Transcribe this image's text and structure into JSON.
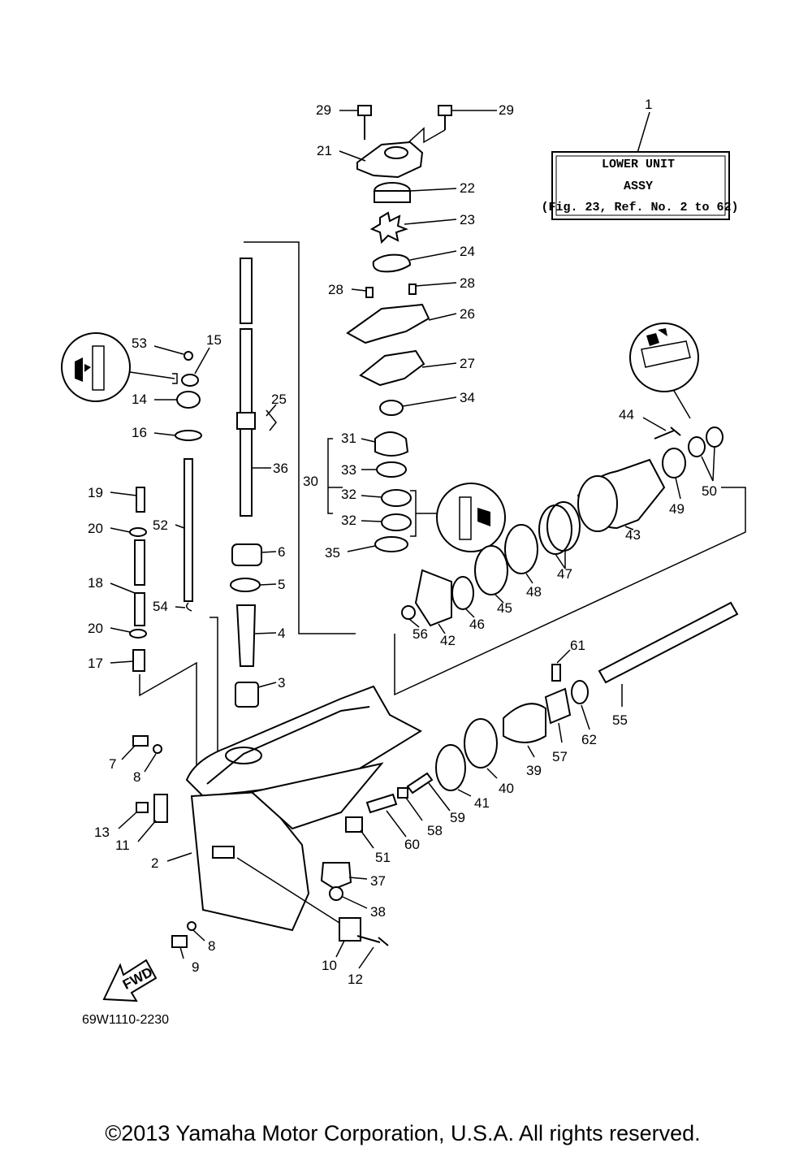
{
  "assy_box": {
    "ref": "1",
    "line1": "LOWER UNIT",
    "line2": "ASSY",
    "line3": "(Fig. 23, Ref. No. 2 to 62)"
  },
  "fwd_label": "FWD",
  "diagram_code": "69W1110-2230",
  "copyright": "©2013 Yamaha Motor Corporation, U.S.A. All rights reserved.",
  "callouts": [
    "29",
    "29",
    "21",
    "22",
    "23",
    "24",
    "28",
    "28",
    "26",
    "27",
    "34",
    "31",
    "33",
    "30",
    "32",
    "32",
    "35",
    "53",
    "15",
    "14",
    "25",
    "16",
    "36",
    "19",
    "20",
    "52",
    "18",
    "54",
    "20",
    "17",
    "6",
    "5",
    "4",
    "3",
    "7",
    "8",
    "13",
    "11",
    "2",
    "9",
    "8",
    "10",
    "12",
    "44",
    "50",
    "49",
    "43",
    "47",
    "48",
    "45",
    "46",
    "42",
    "56",
    "61",
    "55",
    "62",
    "57",
    "39",
    "40",
    "41",
    "59",
    "58",
    "60",
    "51",
    "37",
    "38"
  ]
}
